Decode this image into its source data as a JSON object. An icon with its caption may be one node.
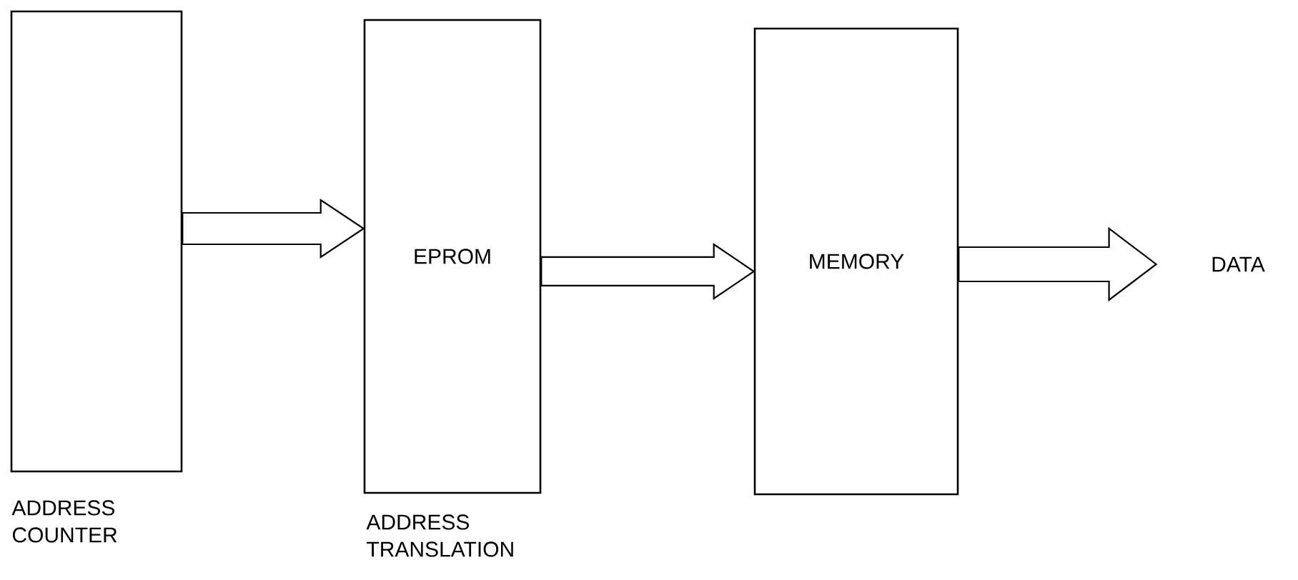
{
  "diagram": {
    "nodes": [
      {
        "text": [],
        "shape": "box",
        "beside": [
          "ADDRESS COUNTER"
        ]
      },
      {
        "text": [
          "EPROM"
        ],
        "beside": [
          "ADDRESS TRANSLATION"
        ]
      },
      {
        "text": [
          "MEMORY"
        ]
      },
      {
        "text": [
          "DATA"
        ]
      }
    ],
    "edges": [
      {
        "from": 0,
        "to": 1,
        "arrow": "to"
      },
      {
        "from": 1,
        "to": 2,
        "arrow": "to"
      },
      {
        "from": 2,
        "to": 3,
        "arrow": "to"
      }
    ]
  }
}
